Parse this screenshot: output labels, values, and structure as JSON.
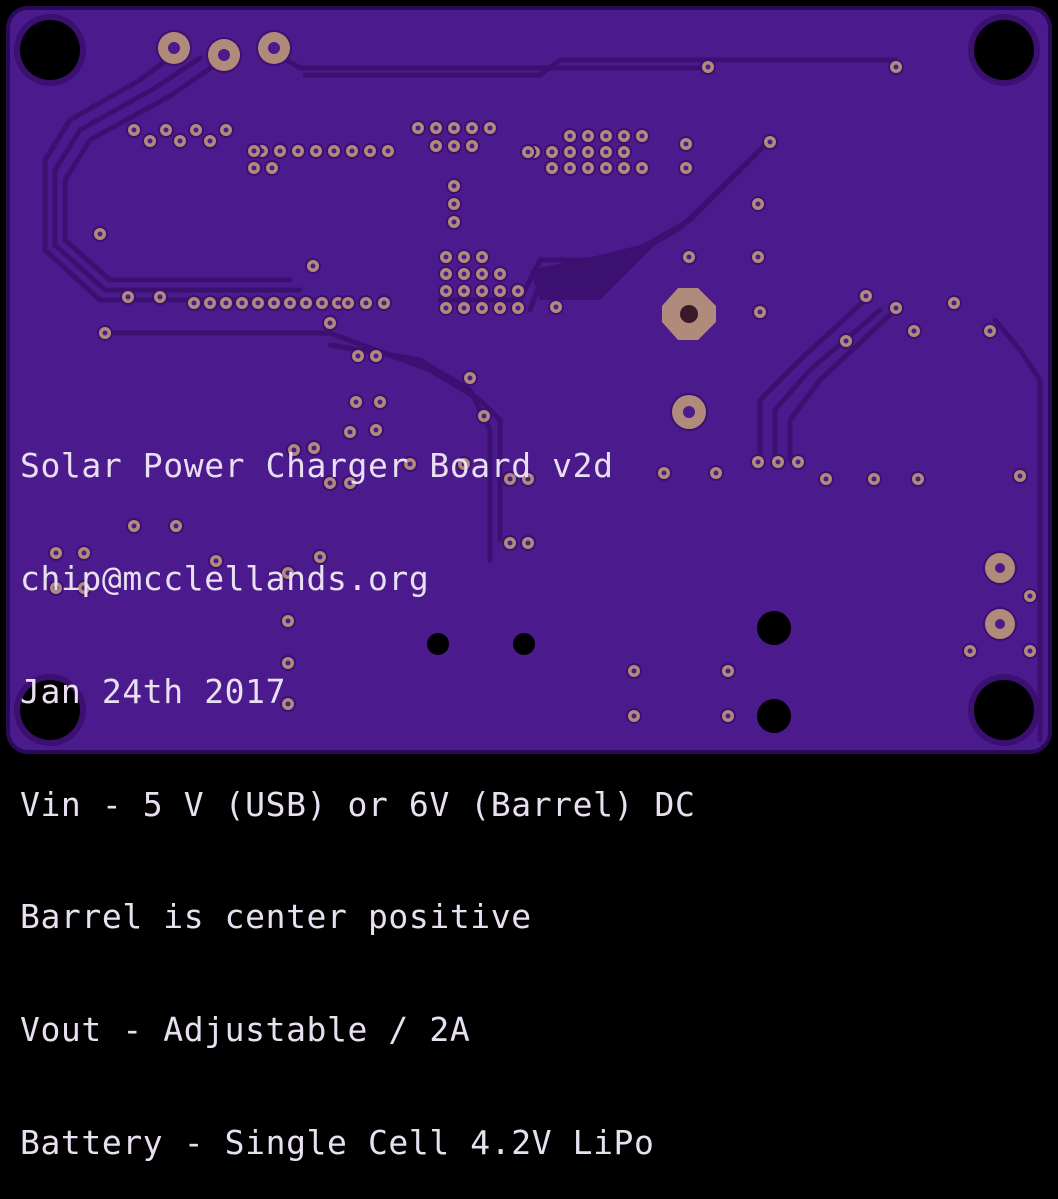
{
  "silkscreen": {
    "lines": [
      "Solar Power Charger Board v2d",
      "chip@mcclellands.org",
      "Jan 24th 2017",
      "Vin - 5 V (USB) or 6V (Barrel) DC",
      "Barrel is center positive",
      "Vout - Adjustable / 2A",
      "Battery - Single Cell 4.2V LiPo"
    ]
  },
  "colors": {
    "outline": "#000000",
    "edge": "#2a0a5a",
    "board": "#4b1a8c",
    "trace": "#3c1070",
    "pad": "#b08a7a",
    "drill": "#000000",
    "silk": "#e8e0f0"
  }
}
